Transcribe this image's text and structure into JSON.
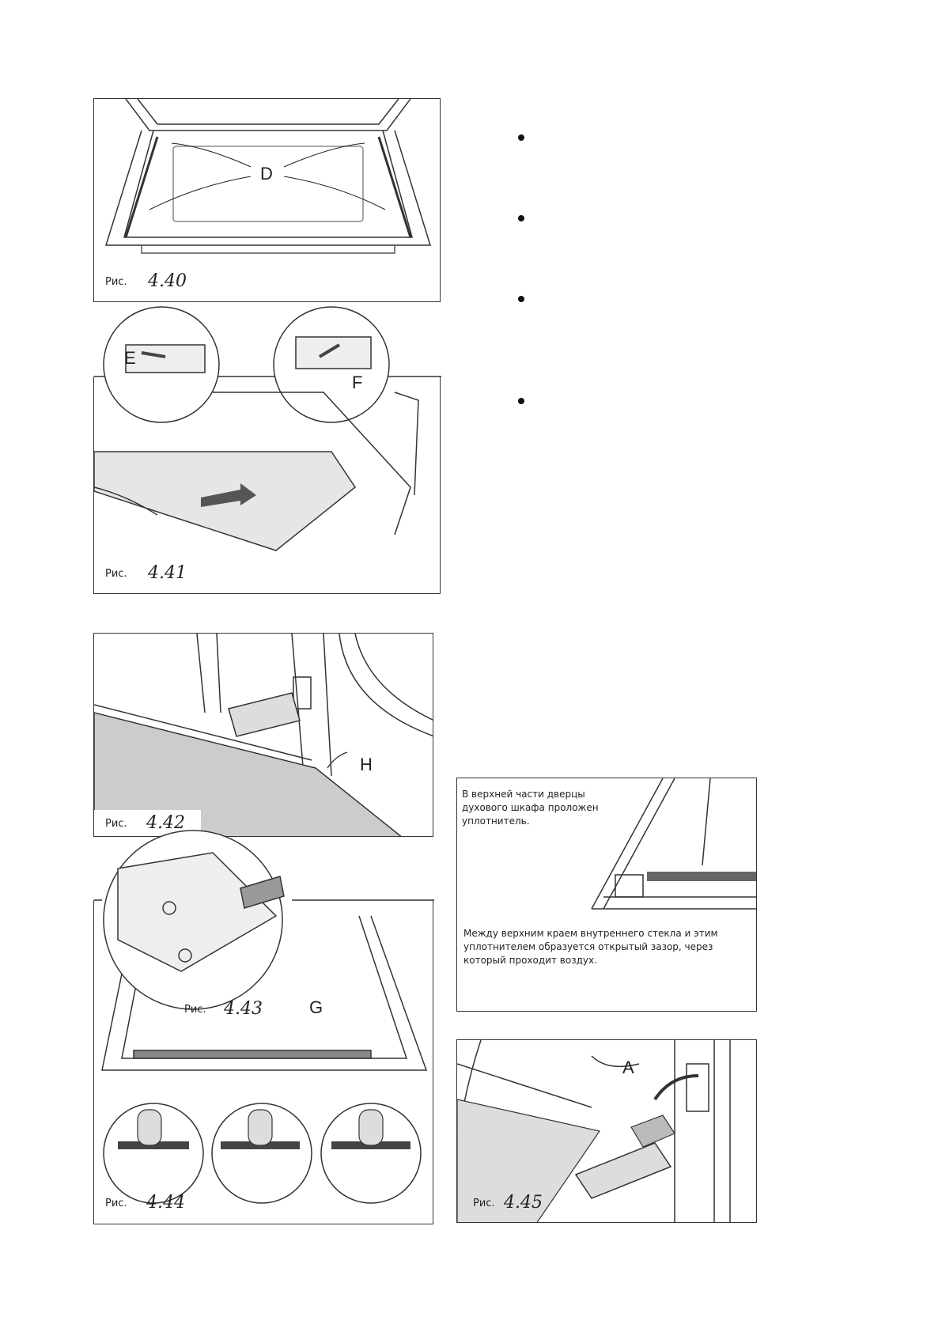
{
  "figures": {
    "f40": {
      "prefix": "Рис.",
      "number": "4.40",
      "callouts": [
        "D"
      ]
    },
    "f41": {
      "prefix": "Рис.",
      "number": "4.41",
      "callouts": [
        "E",
        "F"
      ]
    },
    "f42": {
      "prefix": "Рис.",
      "number": "4.42",
      "callouts": [
        "H"
      ]
    },
    "f43": {
      "prefix": "Рис.",
      "number": "4.43",
      "callouts": [
        "G"
      ]
    },
    "f44": {
      "prefix": "Рис.",
      "number": "4.44"
    },
    "f45": {
      "prefix": "Рис.",
      "number": "4.45",
      "callouts": [
        "A"
      ]
    }
  },
  "seal_box": {
    "top_text": "В верхней части дверцы духового шкафа проложен уплотнитель.",
    "bottom_text": "Между верхним краем внутреннего стекла и этим уплотнителем образуется открытый зазор, через который проходит воздух."
  },
  "bullets_count": 4
}
